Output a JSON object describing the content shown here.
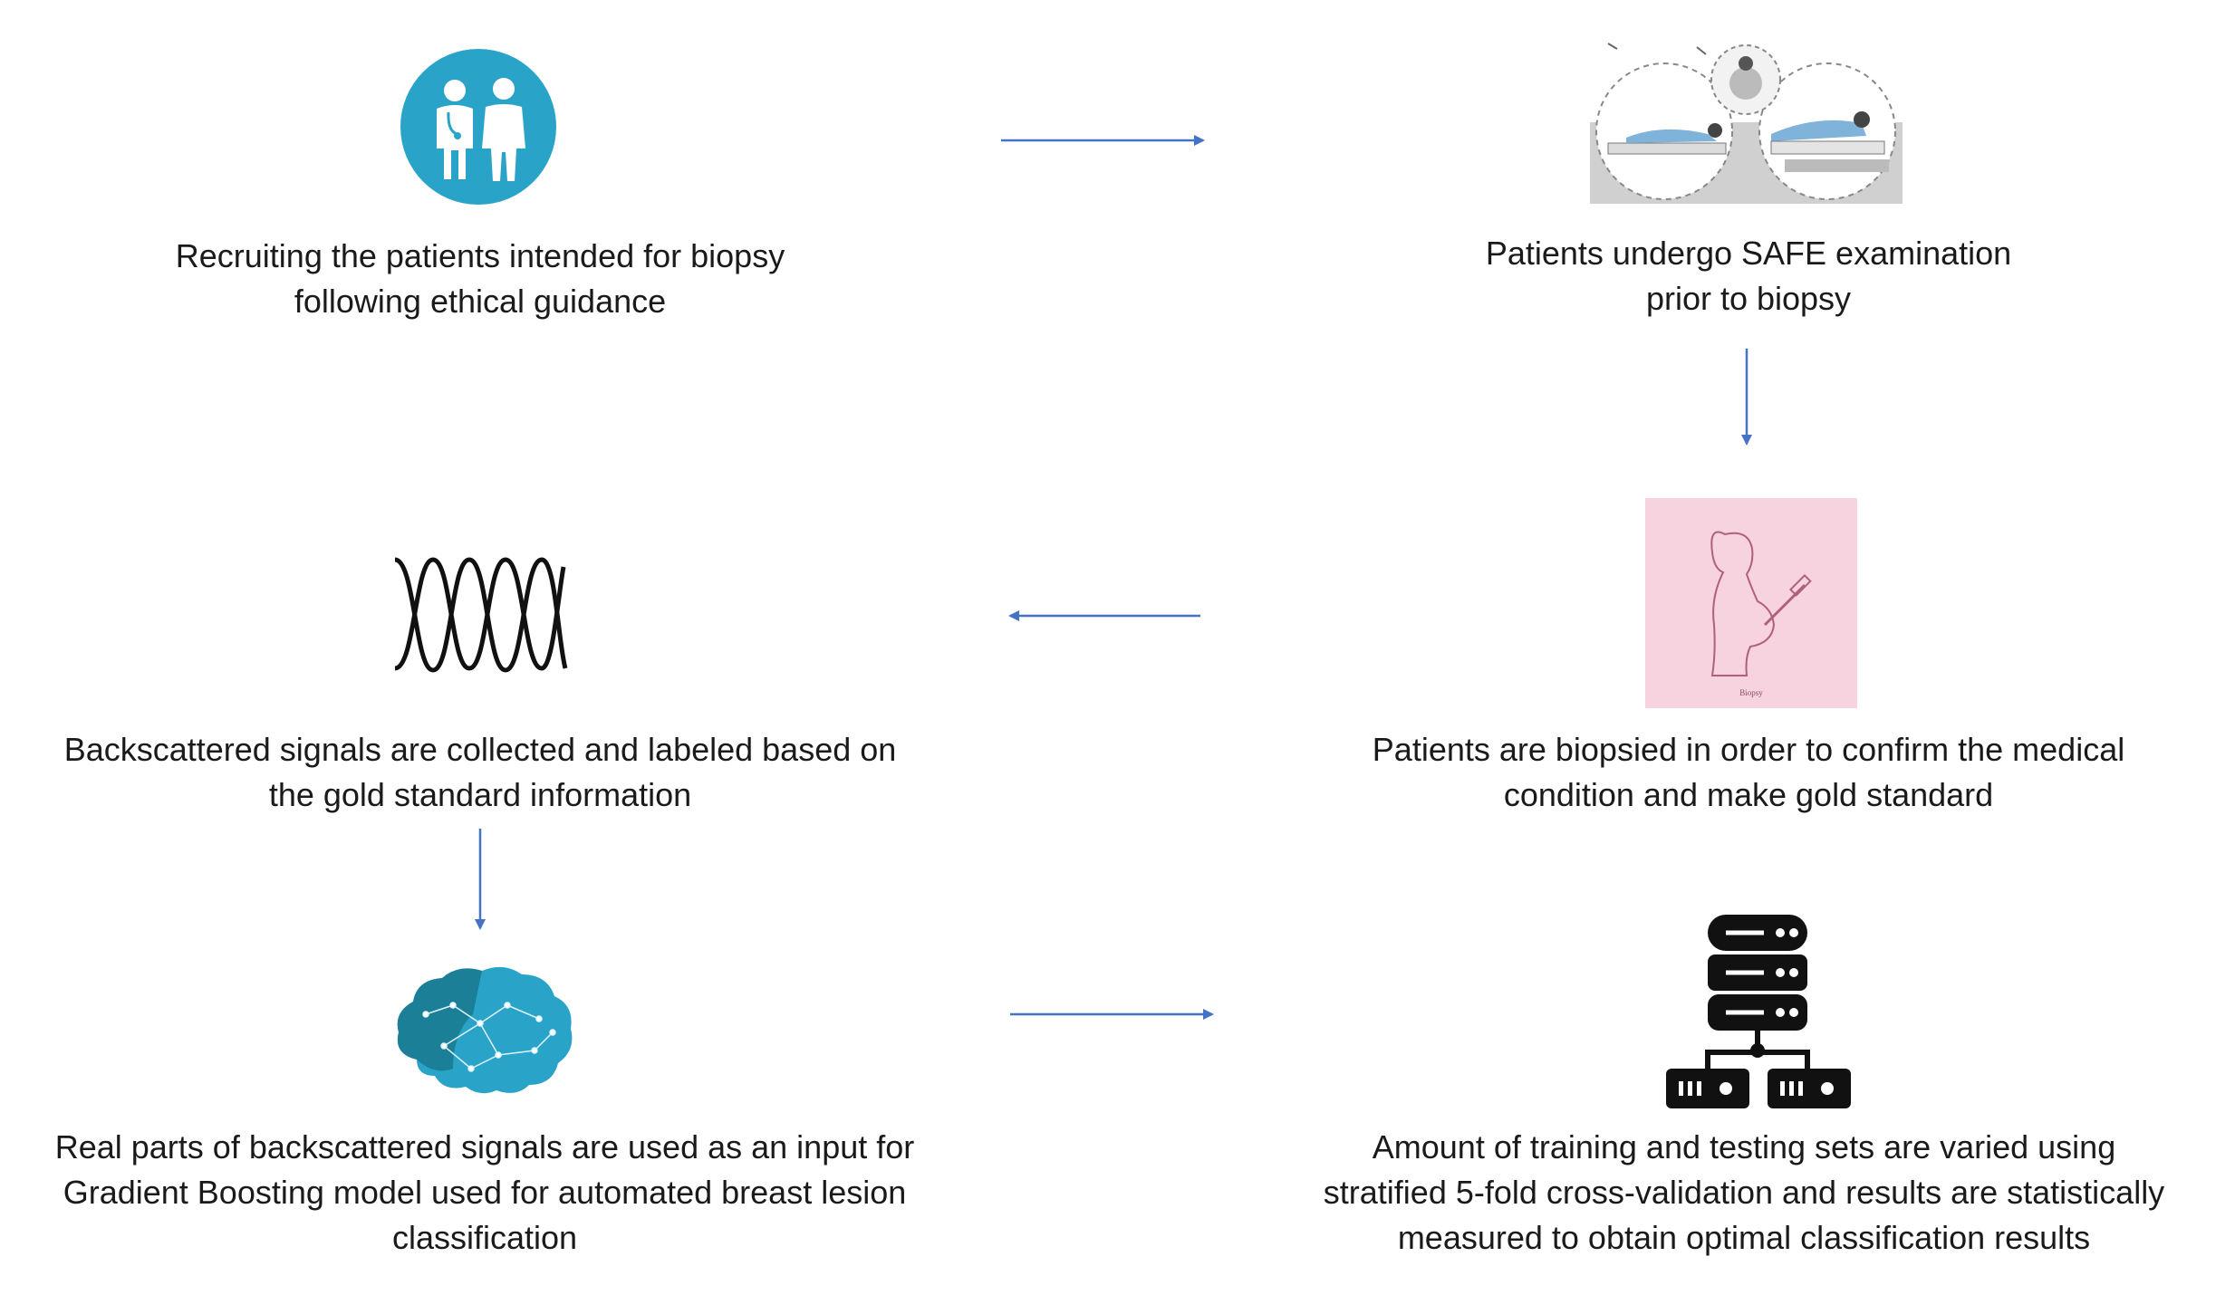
{
  "steps": [
    {
      "lines": [
        "Recruiting the patients intended for biopsy",
        "following ethical guidance"
      ],
      "icon": "doctor-patient-icon"
    },
    {
      "lines": [
        "Patients undergo SAFE examination",
        "prior to biopsy"
      ],
      "icon": "scanner-exam-icon"
    },
    {
      "lines": [
        "Patients are biopsied in order to confirm the medical",
        "condition and make gold standard"
      ],
      "icon": "biopsy-icon",
      "icon_caption": "Biopsy"
    },
    {
      "lines": [
        "Backscattered signals are collected and labeled based on",
        "the gold standard information"
      ],
      "icon": "signal-wave-icon"
    },
    {
      "lines": [
        "Real parts of backscattered signals are used as an input for",
        "Gradient Boosting model used for automated breast lesion",
        "classification"
      ],
      "icon": "brain-network-icon"
    },
    {
      "lines": [
        "Amount of training and testing sets are varied using",
        "stratified 5-fold cross-validation and results are statistically",
        "measured to obtain optimal classification results"
      ],
      "icon": "database-server-icon"
    }
  ],
  "colors": {
    "arrow": "#4472c4",
    "icon_blue": "#2aa3c9",
    "brain": "#1f8aa3",
    "pink_bg": "#f6d3de"
  }
}
